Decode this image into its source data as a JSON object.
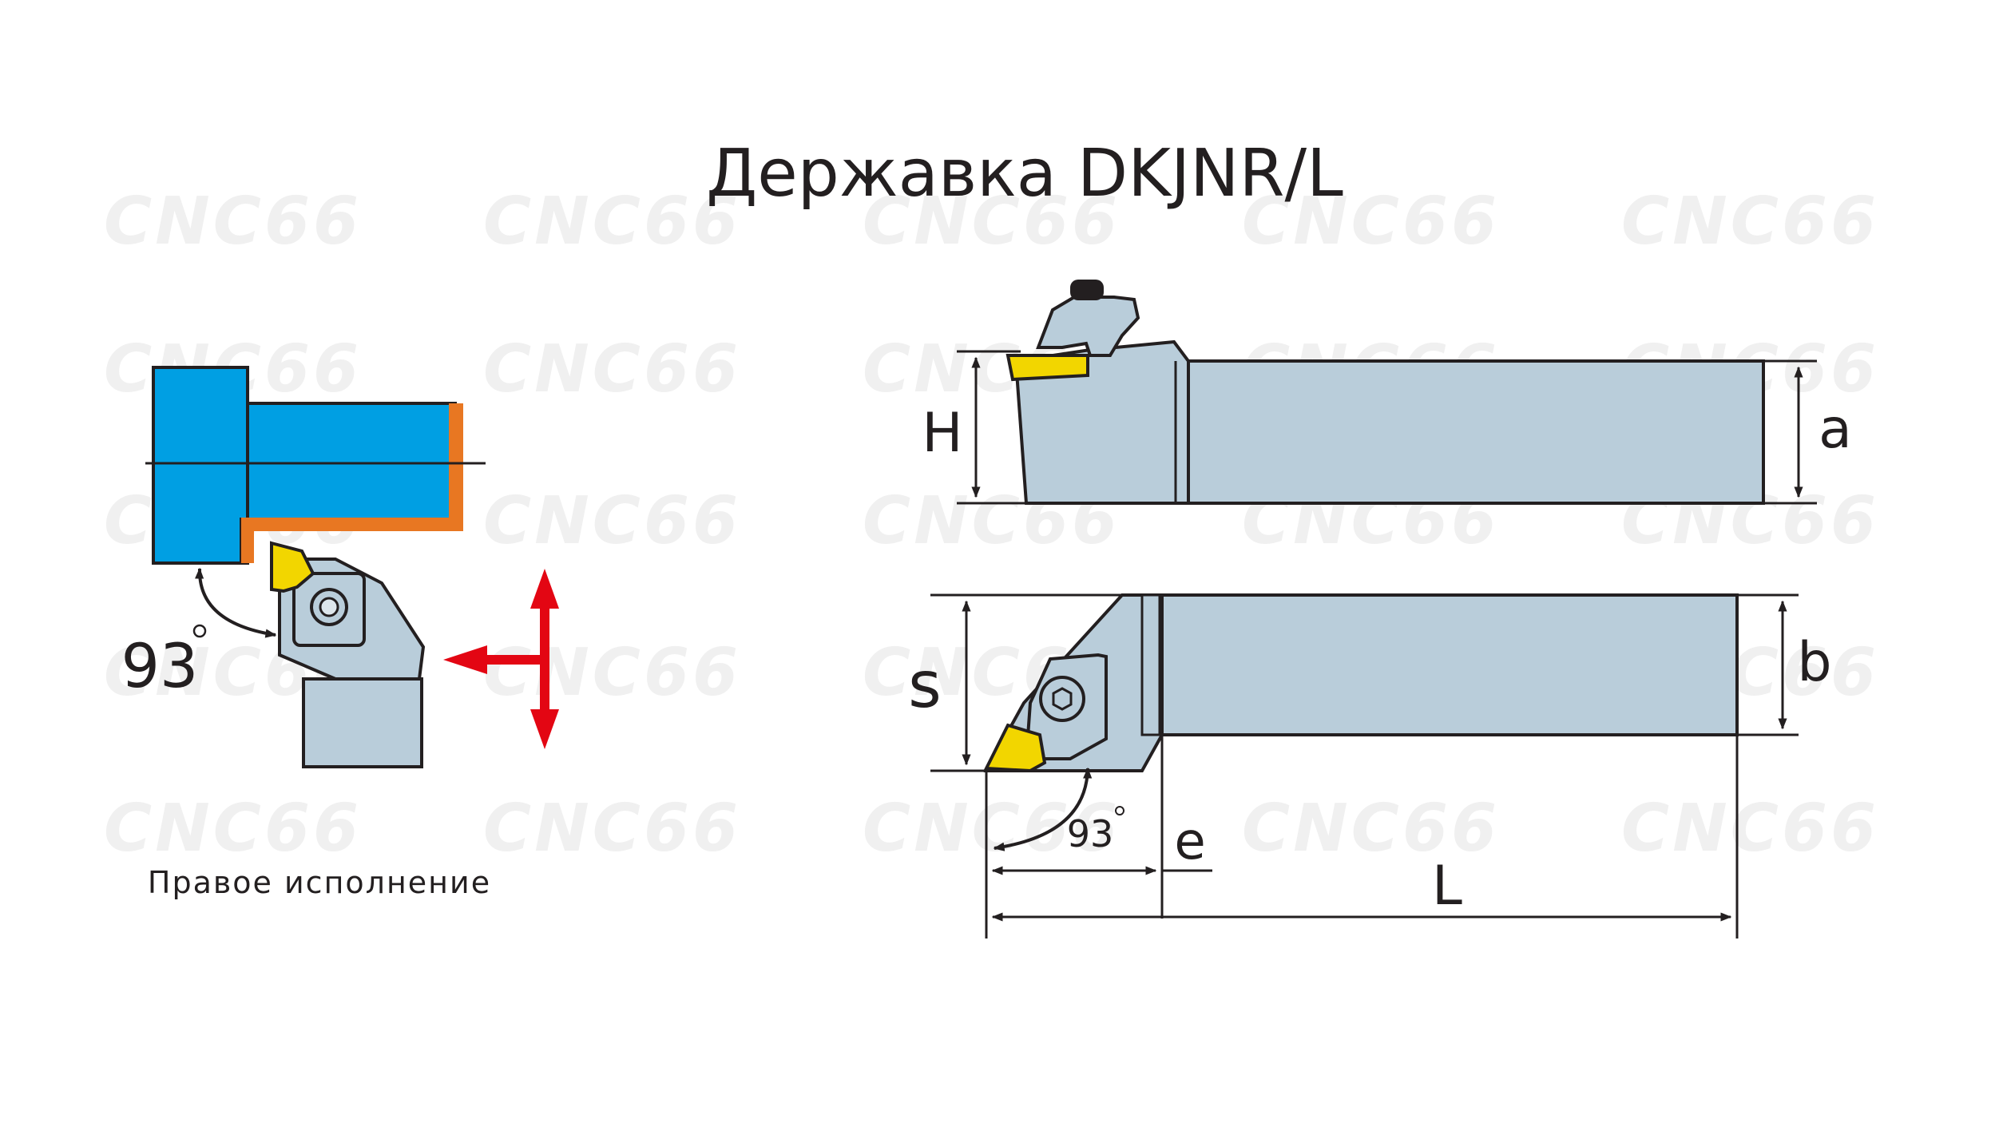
{
  "title": "Державка DKJNR/L",
  "watermark": "CNC66",
  "left_view": {
    "angle_label": "93",
    "caption": "Правое исполнение"
  },
  "side_view": {
    "dim_H": "H",
    "dim_a": "a"
  },
  "top_view": {
    "dim_s": "s",
    "dim_b": "b",
    "angle_label": "93",
    "dim_e": "e",
    "dim_L": "L"
  },
  "colors": {
    "workpiece": "#009fe3",
    "workpiece_cut": "#e87722",
    "holder": "#b9cdda",
    "insert": "#f2d600",
    "outline": "#231f20",
    "feed_arrow": "#e30613"
  }
}
